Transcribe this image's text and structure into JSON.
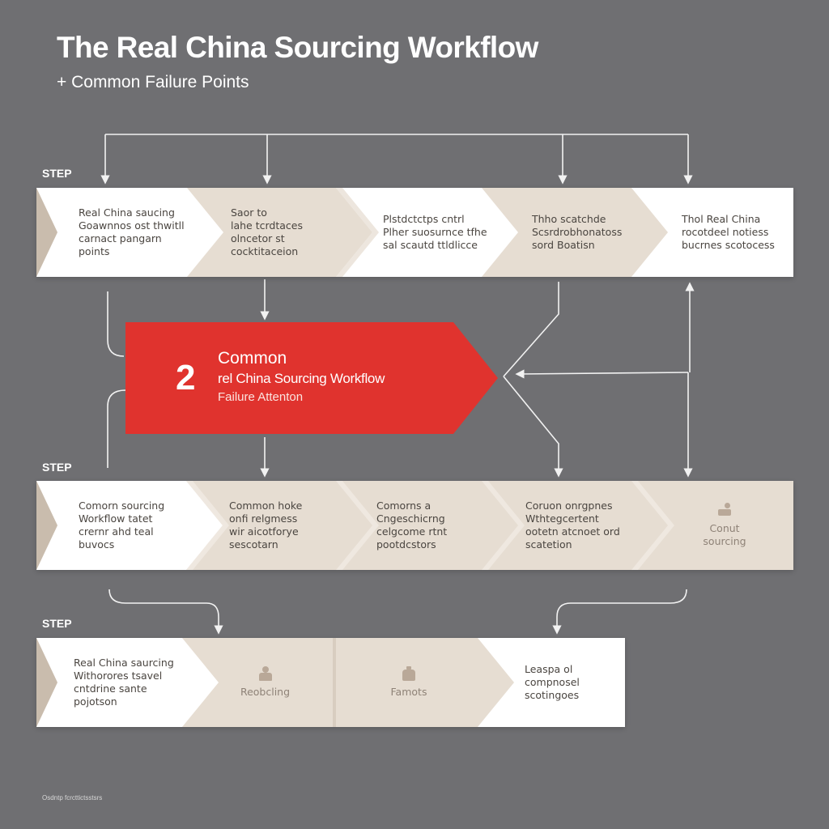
{
  "header": {
    "title": "The Real China Sourcing Workflow",
    "subtitle": "+ Common Failure Points"
  },
  "step_labels": [
    "STEP",
    "STEP",
    "STEP"
  ],
  "colors": {
    "background": "#6f6f72",
    "panel_white": "#ffffff",
    "panel_beige": "#e6ddd2",
    "accent_red": "#e0332e",
    "arrow_tab": "#c9bcad",
    "connector": "#f2f2f2"
  },
  "rows": [
    {
      "cells": [
        {
          "lines": [
            "Real China saucing",
            "Goawnnos ost thwitll",
            "carnact pangarn",
            "points"
          ]
        },
        {
          "lines": [
            "Saor to",
            "lahe tcrdtaces",
            "olncetor st",
            "cocktitaceion"
          ]
        },
        {
          "lines": [
            "Plstdctctps cntrl",
            "Plher suosurnce tfhe",
            "sal scautd ttldlicce"
          ]
        },
        {
          "lines": [
            "Thho scatchde",
            "Scsrdrobhonatoss",
            "sord Boatisn"
          ]
        },
        {
          "lines": [
            "Thol Real China",
            "rocotdeel notiess",
            "bucrnes scotocess"
          ]
        }
      ]
    },
    {
      "cells": [
        {
          "lines": [
            "Comorn sourcing",
            "Workflow tatet",
            "crernr ahd teal",
            "buvocs"
          ]
        },
        {
          "lines": [
            "Common hoke",
            "onfi relgmess",
            "wir aicotforye",
            "sescotarn"
          ]
        },
        {
          "lines": [
            "Comorns a",
            "Cngeschicrng",
            "celgcome rtnt",
            "pootdcstors"
          ]
        },
        {
          "lines": [
            "Coruon onrgpnes",
            "Wthtegcertent",
            "ootetn atcnoet ord",
            "scatetion"
          ]
        },
        {
          "icon": "person-icon",
          "lines": [
            "Conut",
            "sourcing"
          ]
        }
      ]
    },
    {
      "cells": [
        {
          "lines": [
            "Real China saurcing",
            "Withorores tsavel",
            "cntdrine sante",
            "pojotson"
          ]
        },
        {
          "icon": "person-icon",
          "lines": [
            "Reobcling"
          ]
        },
        {
          "icon": "jar-icon",
          "lines": [
            "Famots"
          ]
        },
        {
          "lines": [
            "Leaspa ol",
            "compnosel",
            "scotingoes"
          ]
        }
      ]
    }
  ],
  "highlight": {
    "number": "2",
    "title": "Common",
    "line2": "rel China Sourcing Workflow",
    "line3": "Failure Attenton"
  },
  "footnote": "Osdntp fcrcttictsstsrs"
}
